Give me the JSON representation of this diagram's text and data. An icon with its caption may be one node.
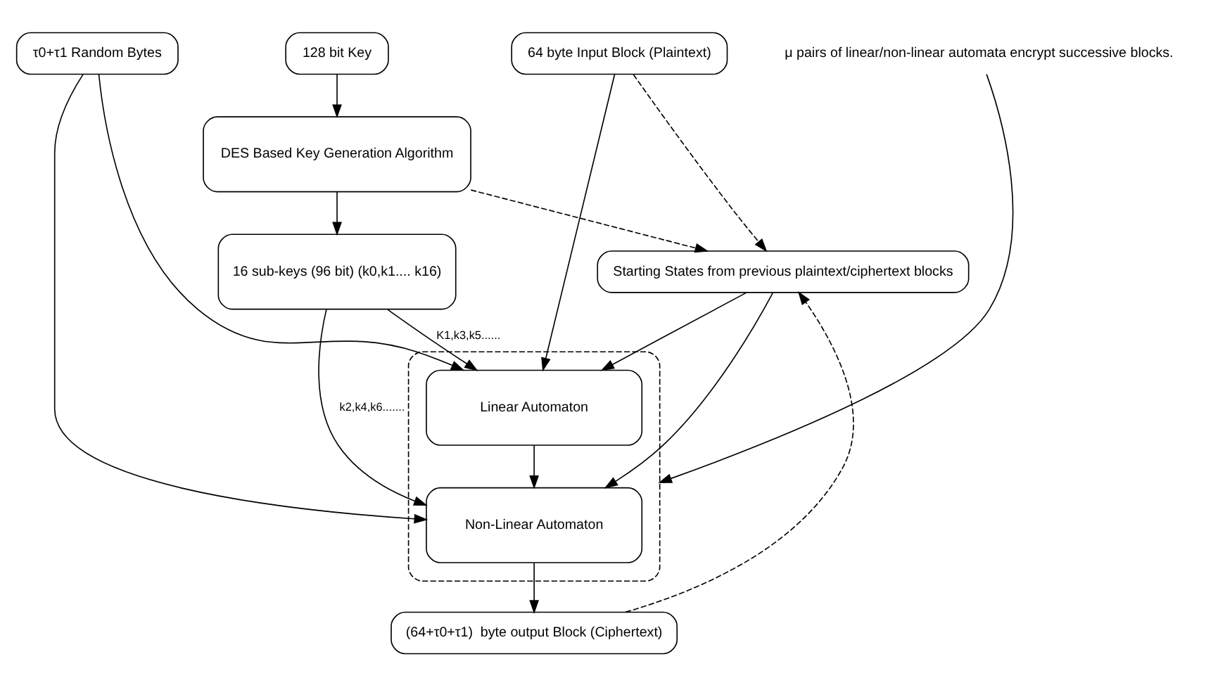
{
  "diagram": {
    "nodes": [
      {
        "text": [
          "64 byte Input Block (Plaintext)"
        ]
      },
      {
        "text": [
          "τ0+τ1 Random Bytes"
        ]
      },
      {
        "text": [
          "128 bit Key"
        ]
      },
      {
        "text": [
          "DES Based Key Generation Algorithm"
        ]
      },
      {
        "text": [],
        "shape": "box"
      },
      {
        "text": [
          "Linear Automaton"
        ],
        "in": 4
      },
      {
        "text": [
          "Starting States from previous plaintext/ciphertext blocks"
        ]
      },
      {
        "text": [
          "16 sub-keys (96 bit) (k0,k1.... k16)"
        ]
      },
      {
        "text": [
          "Non-Linear Automaton"
        ],
        "in": 4
      },
      {
        "text": [
          "μ pairs of linear/non-linear automata encrypt successive blocks."
        ]
      },
      {
        "text": [
          "(64+τ0+τ1)  byte output Block (Ciphertext)"
        ]
      }
    ],
    "edges": [
      {
        "from": 0,
        "to": 5,
        "arrow": "to"
      },
      {
        "from": 0,
        "to": 6,
        "arrow": "to",
        "style": "dashed"
      },
      {
        "from": 1,
        "to": 5,
        "arrow": "to"
      },
      {
        "from": 1,
        "to": 8,
        "arrow": "to"
      },
      {
        "from": 2,
        "to": 3,
        "arrow": "to"
      },
      {
        "from": 3,
        "to": 7,
        "arrow": "to"
      },
      {
        "from": 3,
        "to": 6,
        "arrow": "to",
        "style": "dashed"
      },
      {
        "from": 7,
        "to": 5,
        "arrow": "to",
        "label": "K1,k3,k5......"
      },
      {
        "from": 7,
        "to": 8,
        "arrow": "to",
        "label": "k2,k4,k6......."
      },
      {
        "from": 6,
        "to": 5,
        "arrow": "to"
      },
      {
        "from": 6,
        "to": 8,
        "arrow": "to"
      },
      {
        "from": 5,
        "to": 8,
        "arrow": "to"
      },
      {
        "from": 8,
        "to": 10,
        "arrow": "to"
      },
      {
        "from": 10,
        "to": 6,
        "arrow": "to",
        "style": "dashed"
      },
      {
        "from": 9,
        "to": 4,
        "arrow": "to"
      }
    ]
  }
}
